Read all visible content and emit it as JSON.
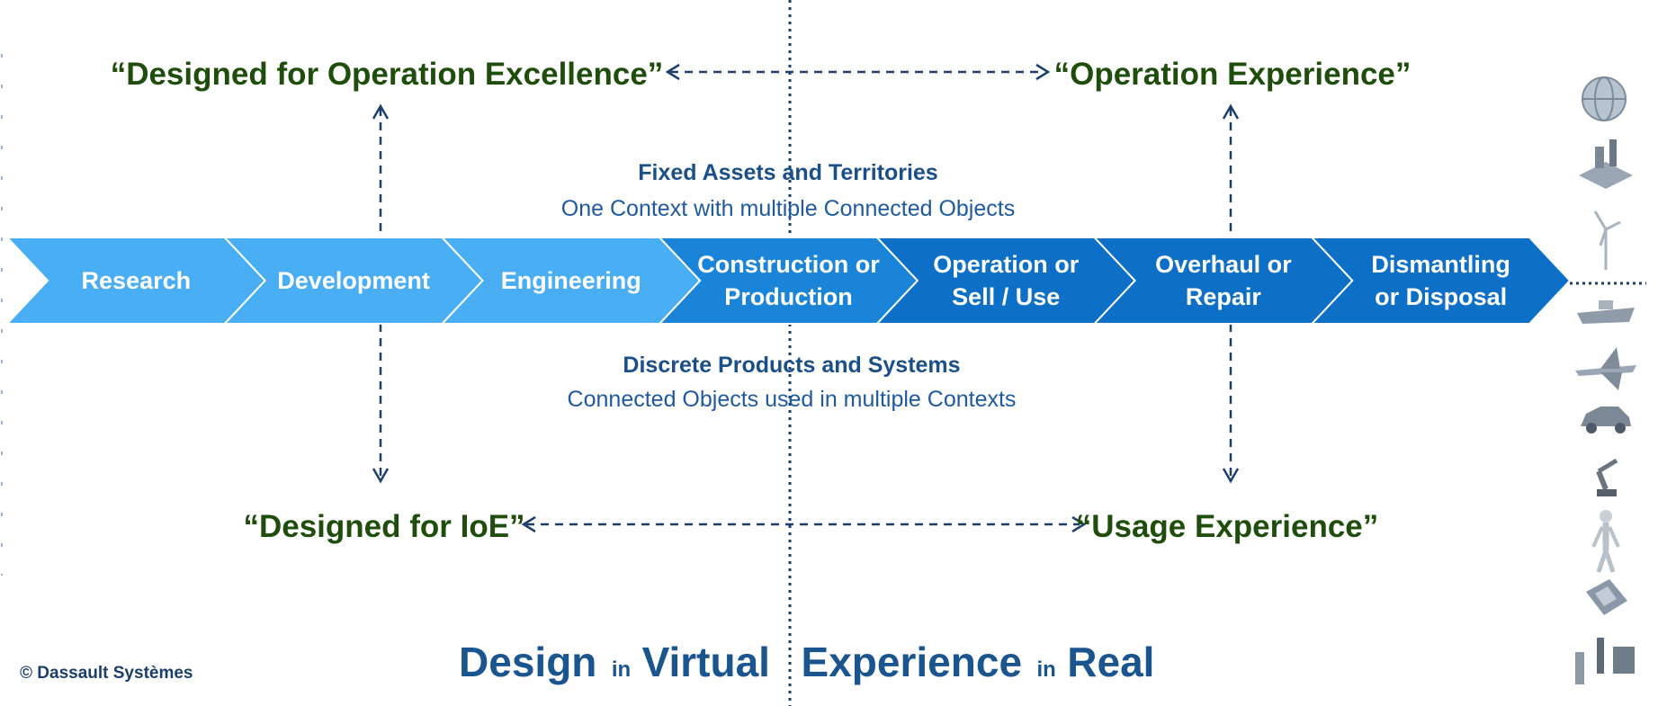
{
  "quotes": {
    "top_left": "“Designed for Operation Excellence”",
    "top_right": "“Operation Experience”",
    "bottom_left": "“Designed for IoE”",
    "bottom_right": "“Usage Experience”"
  },
  "contexts": {
    "upper": {
      "title": "Fixed Assets and Territories",
      "subtitle": "One Context with multiple Connected Objects"
    },
    "lower": {
      "title": "Discrete Products and Systems",
      "subtitle": "Connected Objects used in multiple Contexts"
    }
  },
  "stages": [
    {
      "lines": [
        "Research"
      ],
      "color": "#4aaef5"
    },
    {
      "lines": [
        "Development"
      ],
      "color": "#4aaef5"
    },
    {
      "lines": [
        "Engineering"
      ],
      "color": "#4aaef5"
    },
    {
      "lines": [
        "Construction or",
        "Production"
      ],
      "color": "#1a85d8"
    },
    {
      "lines": [
        "Operation or",
        "Sell / Use"
      ],
      "color": "#0d6fc6"
    },
    {
      "lines": [
        "Overhaul or",
        "Repair"
      ],
      "color": "#0d6fc6"
    },
    {
      "lines": [
        "Dismantling",
        "or Disposal"
      ],
      "color": "#0d6fc6"
    }
  ],
  "bottom": {
    "design_word": "Design",
    "design_in": "in",
    "design_target": "Virtual",
    "experience_word": "Experience",
    "experience_in": "in",
    "experience_target": "Real"
  },
  "copyright": "© Dassault Systèmes",
  "side_icons": [
    "globe-icon",
    "plant-icon",
    "wind-turbine-icon",
    "ship-icon",
    "aircraft-icon",
    "car-icon",
    "robot-arm-icon",
    "human-icon",
    "chip-icon",
    "equipment-icon"
  ],
  "colors": {
    "light_stage": "#4aaef5",
    "mid_stage": "#1a85d8",
    "dark_stage": "#0d6fc6",
    "quote_green": "#1e4d0c",
    "accent_blue": "#1b5590"
  }
}
